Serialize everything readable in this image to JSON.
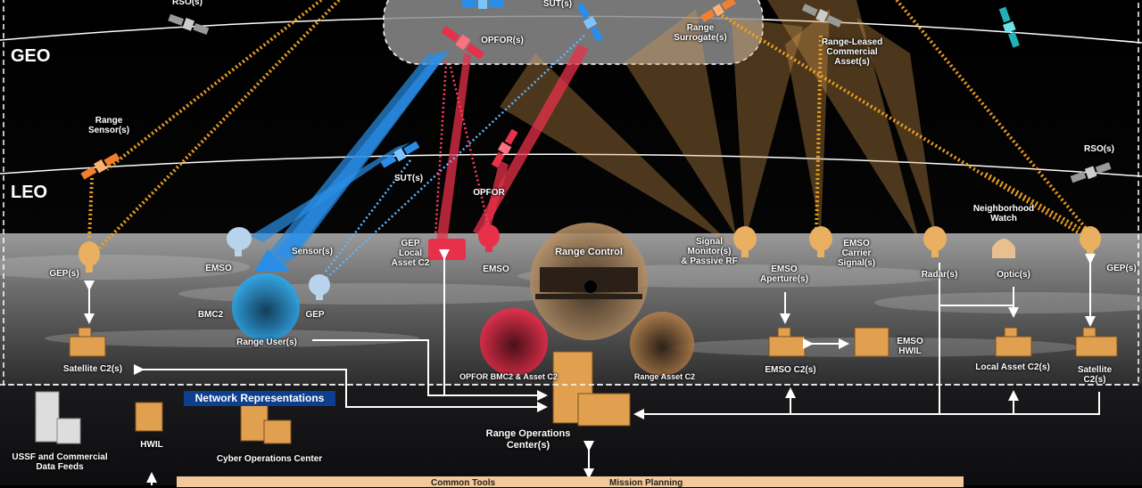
{
  "orbits": {
    "geo": "GEO",
    "leo": "LEO"
  },
  "space_labels": {
    "rso_top": "RSO(s)",
    "sut_geo": "SUT(s)",
    "opfor_geo": "OPFOR(s)",
    "range_surrogate": "Range\nSurrogate(s)",
    "range_leased": "Range-Leased\nCommercial\nAsset(s)",
    "range_sensor": "Range\nSensor(s)",
    "sut_leo": "SUT(s)",
    "opfor_leo": "OPFOR",
    "rso_leo": "RSO(s)"
  },
  "ground_labels": {
    "gep_left": "GEP(s)",
    "emso_left": "EMSO",
    "sensor": "Sensor(s)",
    "bmc2": "BMC2",
    "gep_mid": "GEP",
    "range_user": "Range User(s)",
    "gep_local_c2": "GEP\nLocal\nAsset C2",
    "emso_mid": "EMSO",
    "range_control": "Range Control",
    "opfor_bmc2": "OPFOR BMC2 & Asset C2",
    "range_asset_c2": "Range Asset C2",
    "signal_monitor": "Signal\nMonitor(s)\n& Passive RF",
    "emso_aperture": "EMSO\nAperture(s)",
    "emso_carrier": "EMSO\nCarrier\nSignal(s)",
    "radar": "Radar(s)",
    "neighborhood_watch": "Neighborhood\nWatch",
    "optic": "Optic(s)",
    "gep_right": "GEP(s)",
    "satellite_c2_left": "Satellite C2(s)",
    "emso_c2": "EMSO C2(s)",
    "emso_hwil": "EMSO\nHWIL",
    "local_asset_c2": "Local Asset C2(s)",
    "satellite_c2_right": "Satellite C2(s)"
  },
  "network": {
    "badge": "Network Representations",
    "ussf": "USSF and Commercial\nData Feeds",
    "hwil": "HWIL",
    "cyber": "Cyber Operations Center",
    "roc": "Range Operations\nCenter(s)"
  },
  "bottom_bar": {
    "left": "Common Tools",
    "right": "Mission Planning"
  },
  "colors": {
    "orange": "#f0a020",
    "blue": "#2a8ee8",
    "red": "#e8304a",
    "tan": "#e0a050",
    "badge": "#0d3f8f"
  }
}
